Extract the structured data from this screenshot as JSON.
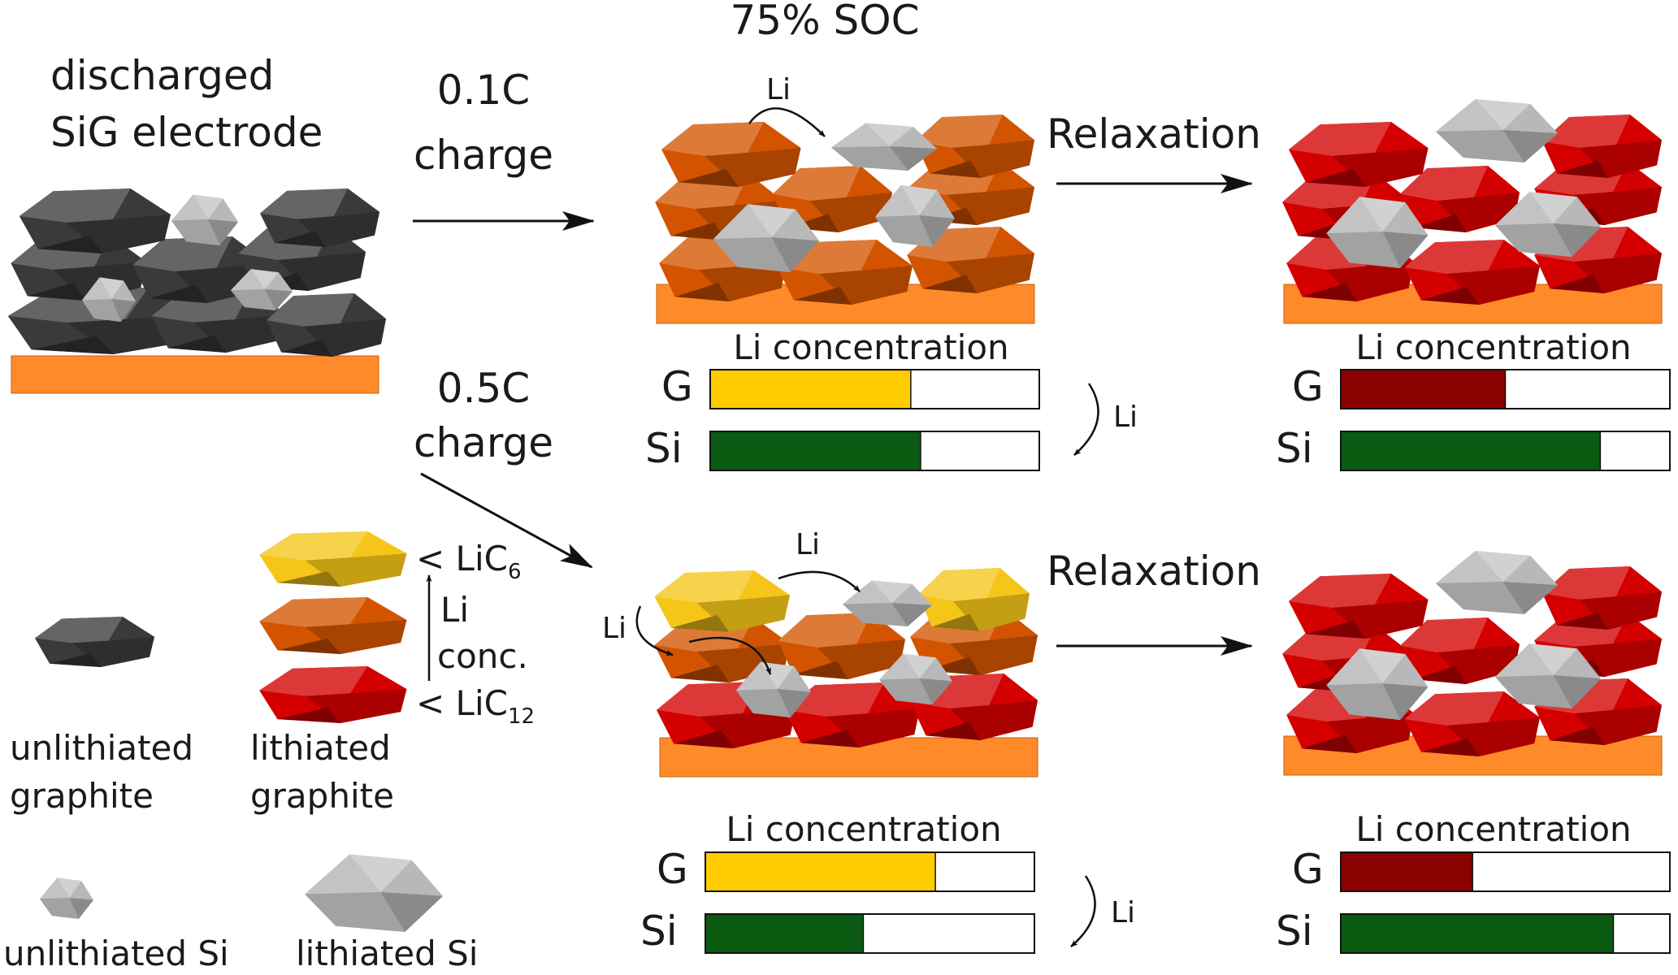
{
  "title": "75% SOC",
  "start": {
    "label_line1": "discharged",
    "label_line2": "SiG electrode"
  },
  "rates": {
    "slow_line1": "0.1C",
    "slow_line2": "charge",
    "fast_line1": "0.5C",
    "fast_line2": "charge"
  },
  "relaxation_label": "Relaxation",
  "li_label": "Li",
  "bars": {
    "title": "Li concentration",
    "g_label": "G",
    "si_label": "Si",
    "panels": [
      {
        "id": "slow-charged",
        "g": 0.61,
        "si": 0.64,
        "g_color": "#ffcc00",
        "si_color": "#0b5a12"
      },
      {
        "id": "slow-relaxed",
        "g": 0.5,
        "si": 0.79,
        "g_color": "#8b0000",
        "si_color": "#0b5a12"
      },
      {
        "id": "fast-charged",
        "g": 0.7,
        "si": 0.48,
        "g_color": "#ffcc00",
        "si_color": "#0b5a12"
      },
      {
        "id": "fast-relaxed",
        "g": 0.4,
        "si": 0.83,
        "g_color": "#8b0000",
        "si_color": "#0b5a12"
      }
    ]
  },
  "legend": {
    "unlithiated_graphite_line1": "unlithiated",
    "unlithiated_graphite_line2": "graphite",
    "lithiated_graphite_line1": "lithiated",
    "lithiated_graphite_line2": "graphite",
    "unlithiated_si": "unlithiated Si",
    "lithiated_si": "lithiated Si",
    "lic6_prefix": "< LiC",
    "lic6_sub": "6",
    "lic12_prefix": "< LiC",
    "lic12_sub": "12",
    "conc_line1": "Li",
    "conc_line2": "conc."
  },
  "colors": {
    "unlithiated_graphite": "#3a3a3a",
    "graphite_orange": "#d35400",
    "graphite_yellow": "#f5c518",
    "graphite_red": "#d40000",
    "silicon": "#b8b8b8",
    "current_collector": "#ff8a2a"
  }
}
